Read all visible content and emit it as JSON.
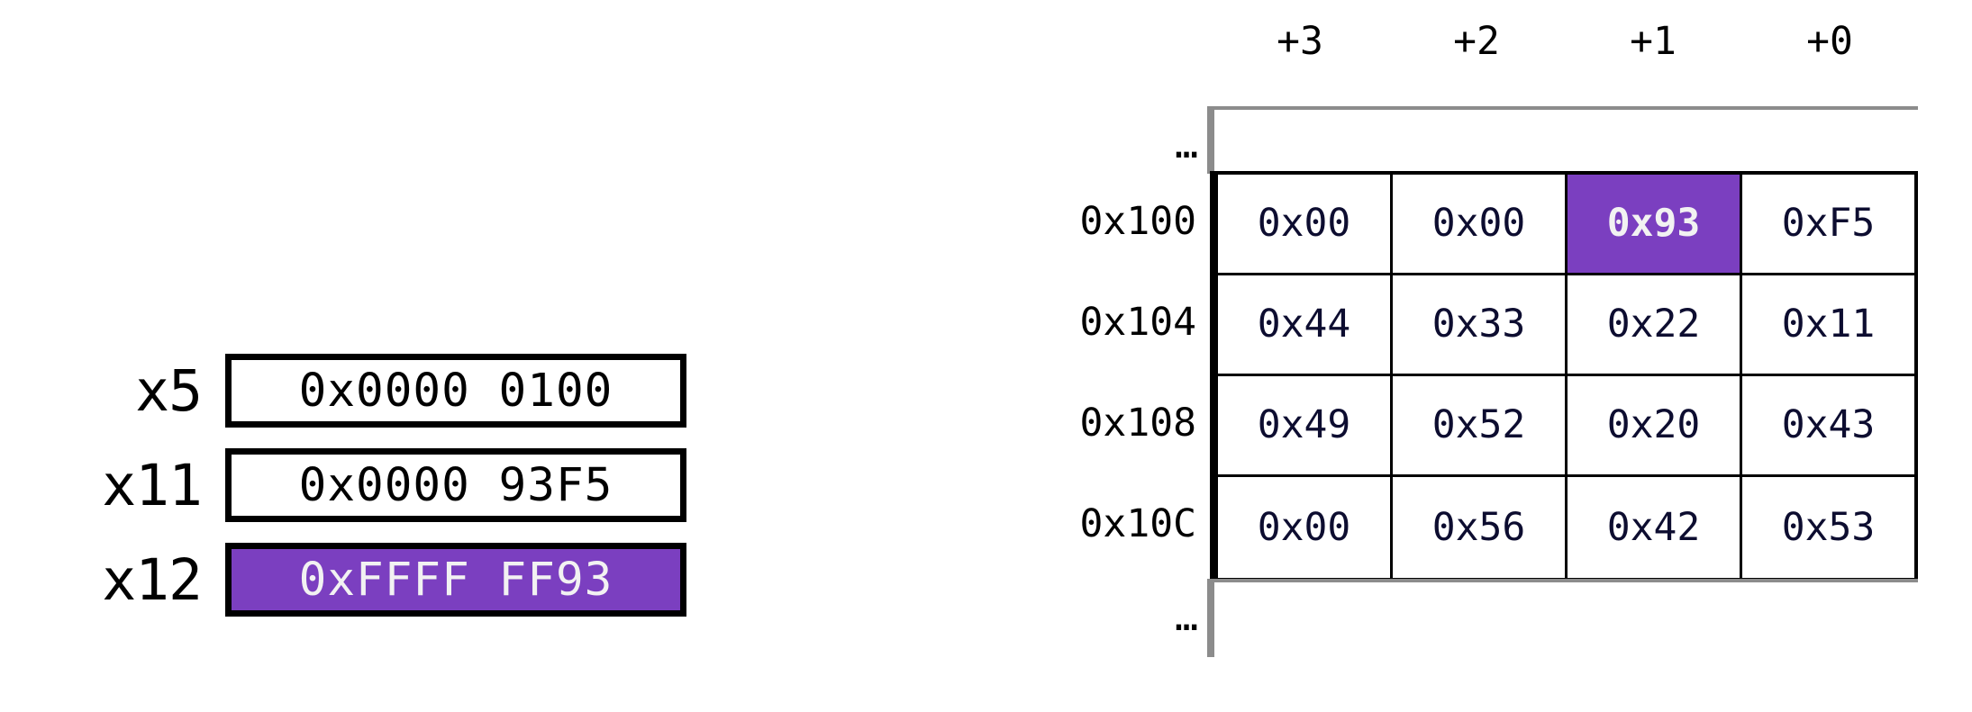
{
  "diagram": {
    "title": "RISC-V register file and byte-addressed memory diagram",
    "accent_color": "#7B3FC0",
    "cell_text_color": "#0d0d30",
    "grid_line_color": "#000000",
    "continuation_color": "#8c8c8c",
    "highlight_text_color": "#f2f2f2"
  },
  "registers": {
    "rows": [
      {
        "name": "x5",
        "value": "0x0000 0100",
        "highlighted": false
      },
      {
        "name": "x11",
        "value": "0x0000 93F5",
        "highlighted": false
      },
      {
        "name": "x12",
        "value": "0xFFFF FF93",
        "highlighted": true
      }
    ]
  },
  "memory": {
    "column_headers": [
      "+3",
      "+2",
      "+1",
      "+0"
    ],
    "ellipsis_top": "…",
    "ellipsis_bottom": "…",
    "rows": [
      {
        "address": "0x100",
        "cells": [
          {
            "value": "0x00",
            "highlighted": false
          },
          {
            "value": "0x00",
            "highlighted": false
          },
          {
            "value": "0x93",
            "highlighted": true
          },
          {
            "value": "0xF5",
            "highlighted": false
          }
        ]
      },
      {
        "address": "0x104",
        "cells": [
          {
            "value": "0x44",
            "highlighted": false
          },
          {
            "value": "0x33",
            "highlighted": false
          },
          {
            "value": "0x22",
            "highlighted": false
          },
          {
            "value": "0x11",
            "highlighted": false
          }
        ]
      },
      {
        "address": "0x108",
        "cells": [
          {
            "value": "0x49",
            "highlighted": false
          },
          {
            "value": "0x52",
            "highlighted": false
          },
          {
            "value": "0x20",
            "highlighted": false
          },
          {
            "value": "0x43",
            "highlighted": false
          }
        ]
      },
      {
        "address": "0x10C",
        "cells": [
          {
            "value": "0x00",
            "highlighted": false
          },
          {
            "value": "0x56",
            "highlighted": false
          },
          {
            "value": "0x42",
            "highlighted": false
          },
          {
            "value": "0x53",
            "highlighted": false
          }
        ]
      }
    ]
  }
}
